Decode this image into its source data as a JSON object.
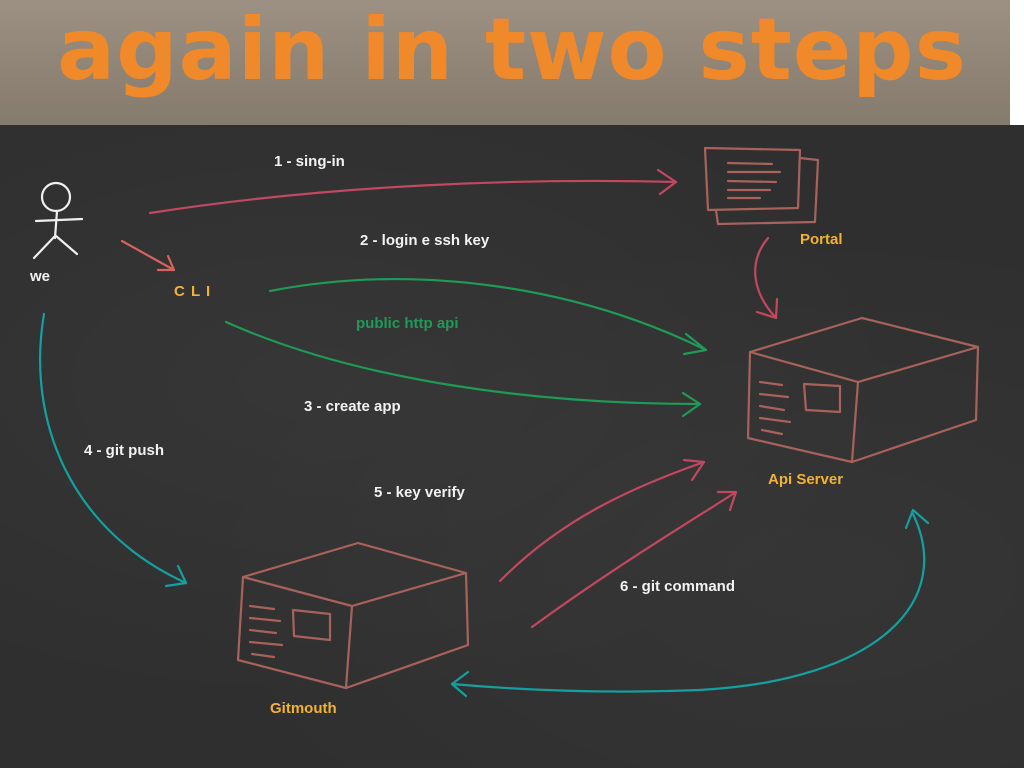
{
  "title": "again in two steps",
  "actors": {
    "we": "we",
    "cli": "C L I",
    "portal": "Portal",
    "api_server": "Api Server",
    "gitmouth": "Gitmouth"
  },
  "steps": {
    "s1": "1 - sing-in",
    "s2": "2 - login e ssh key",
    "public_api": "public http api",
    "s3": "3 - create app",
    "s4": "4 - git push",
    "s5": "5 - key verify",
    "s6": "6 - git command"
  },
  "colors": {
    "title": "#f0892a",
    "board": "#2f2f2f",
    "pink_arrow": "#c2485f",
    "green_arrow": "#1f9a57",
    "teal_arrow": "#15a0a0",
    "box_outline": "#a9625b",
    "actor_label": "#f2b233"
  }
}
